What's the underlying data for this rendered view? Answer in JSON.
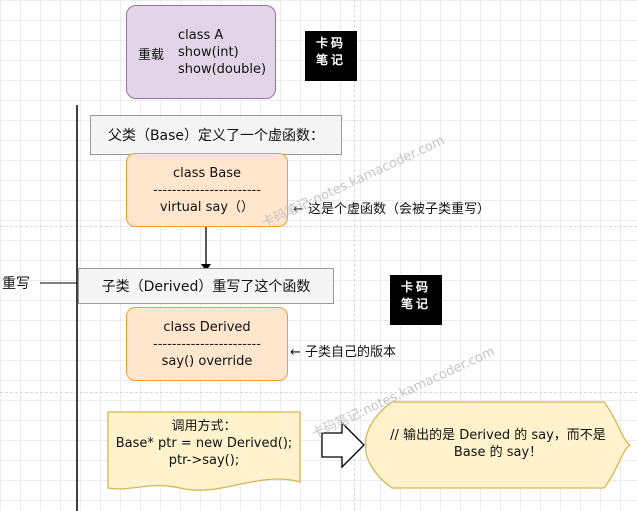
{
  "overload": {
    "label": "重载",
    "lines": [
      "class A",
      "show(int)",
      "show(double)"
    ]
  },
  "badge": {
    "line1": "卡码",
    "line2": "笔记"
  },
  "override_label": "重写",
  "parent_note": "父类（Base）定义了一个虚函数：",
  "base_class": {
    "name": "class Base",
    "separator": "-----------------------",
    "method": "virtual say（）"
  },
  "base_annotation": "← 这是个虚函数（会被子类重写）",
  "child_note": "子类（Derived）重写了这个函数",
  "derived_class": {
    "name": "class Derived",
    "separator": "-----------------------",
    "method": "say() override"
  },
  "derived_annotation": "← 子类自己的版本",
  "call": {
    "title": "调用方式：",
    "line1": "Base* ptr = new Derived();",
    "line2": "ptr->say();"
  },
  "result": {
    "line1": "// 输出的是 Derived 的 say，而不是",
    "line2": "Base 的 say！"
  },
  "watermark": "卡码笔记:notes.kamacoder.com"
}
